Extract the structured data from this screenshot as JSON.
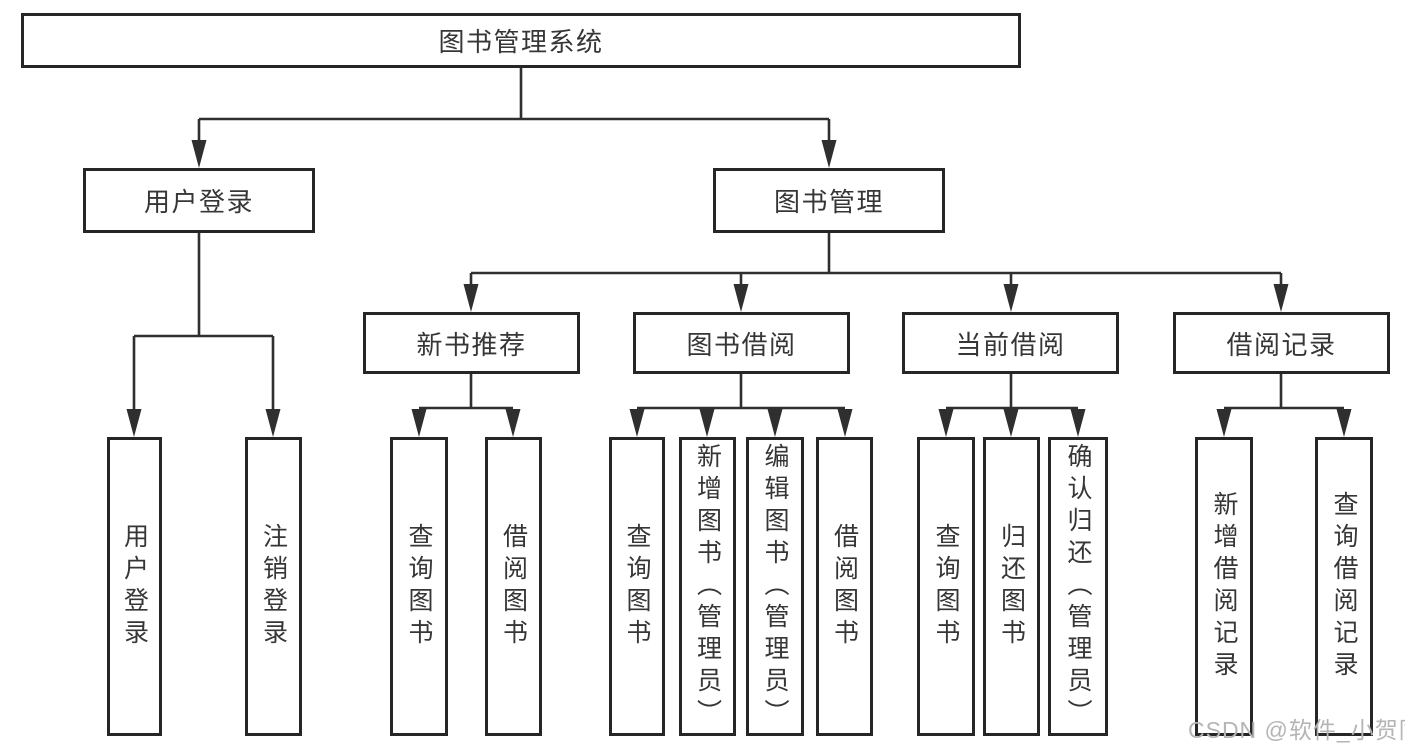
{
  "nodes": {
    "root": "图书管理系统",
    "l2": [
      "用户登录",
      "图书管理"
    ],
    "l3": [
      "新书推荐",
      "图书借阅",
      "当前借阅",
      "借阅记录"
    ],
    "leaves": [
      "用户登录",
      "注销登录",
      "查询图书",
      "借阅图书",
      "查询图书",
      "新增图书（管理员）",
      "编辑图书（管理员）",
      "借阅图书",
      "查询图书",
      "归还图书",
      "确认归还（管理员）",
      "新增借阅记录",
      "查询借阅记录"
    ]
  },
  "diagram": {
    "type": "tree",
    "edges": [
      {
        "from": "图书管理系统",
        "to": [
          "用户登录",
          "图书管理"
        ]
      },
      {
        "from": "用户登录",
        "to": [
          "用户登录",
          "注销登录"
        ]
      },
      {
        "from": "图书管理",
        "to": [
          "新书推荐",
          "图书借阅",
          "当前借阅",
          "借阅记录"
        ]
      },
      {
        "from": "新书推荐",
        "to": [
          "查询图书",
          "借阅图书"
        ]
      },
      {
        "from": "图书借阅",
        "to": [
          "查询图书",
          "新增图书（管理员）",
          "编辑图书（管理员）",
          "借阅图书"
        ]
      },
      {
        "from": "当前借阅",
        "to": [
          "查询图书",
          "归还图书",
          "确认归还（管理员）"
        ]
      },
      {
        "from": "借阅记录",
        "to": [
          "新增借阅记录",
          "查询借阅记录"
        ]
      }
    ]
  },
  "watermark": "CSDN @软件_小贺同学",
  "colors": {
    "line": "#2f2f2f",
    "box_border": "#262626",
    "text": "#363636",
    "watermark": "#b5b5b5",
    "background": "#ffffff"
  }
}
